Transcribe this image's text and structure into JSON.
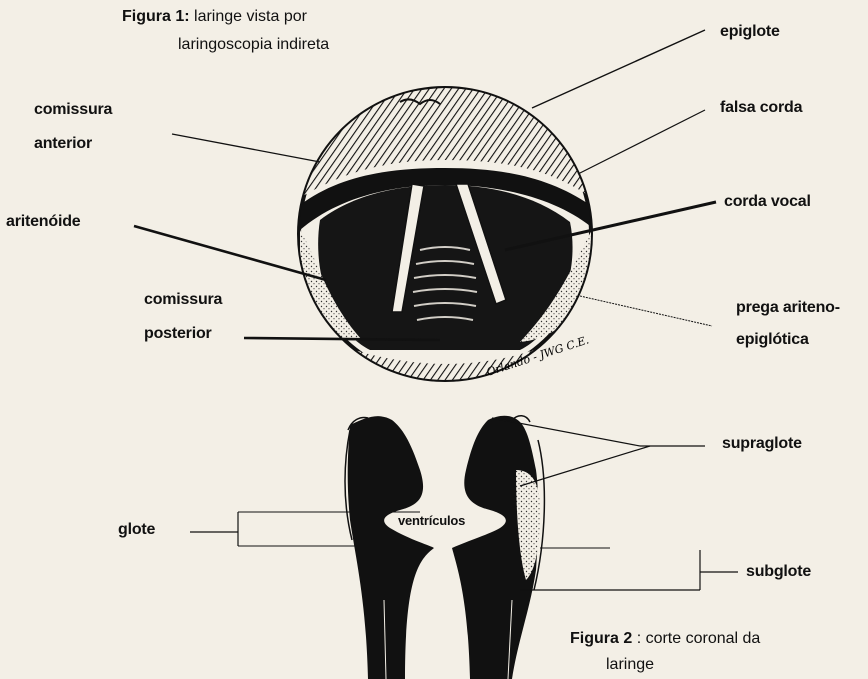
{
  "figure1": {
    "caption_label": "Figura 1:",
    "caption_line1": "laringe vista por",
    "caption_line2": "laringoscopia indireta"
  },
  "figure2": {
    "caption_label": "Figura 2",
    "caption_line1": ": corte coronal da",
    "caption_line2": "laringe"
  },
  "labels": {
    "epiglote": "epiglote",
    "falsa_corda": "falsa corda",
    "comissura_anterior_1": "comissura",
    "comissura_anterior_2": "anterior",
    "corda_vocal": "corda vocal",
    "aritenoide": "aritenóide",
    "prega_1": "prega ariteno-",
    "prega_2": "epiglótica",
    "comissura_posterior_1": "comissura",
    "comissura_posterior_2": "posterior",
    "supraglote": "supraglote",
    "glote": "glote",
    "ventriculos": "ventrículos",
    "subglote": "subglote"
  },
  "signature": "Orlando - JWG C.E.",
  "colors": {
    "background": "#f3efe6",
    "ink": "#111111"
  }
}
